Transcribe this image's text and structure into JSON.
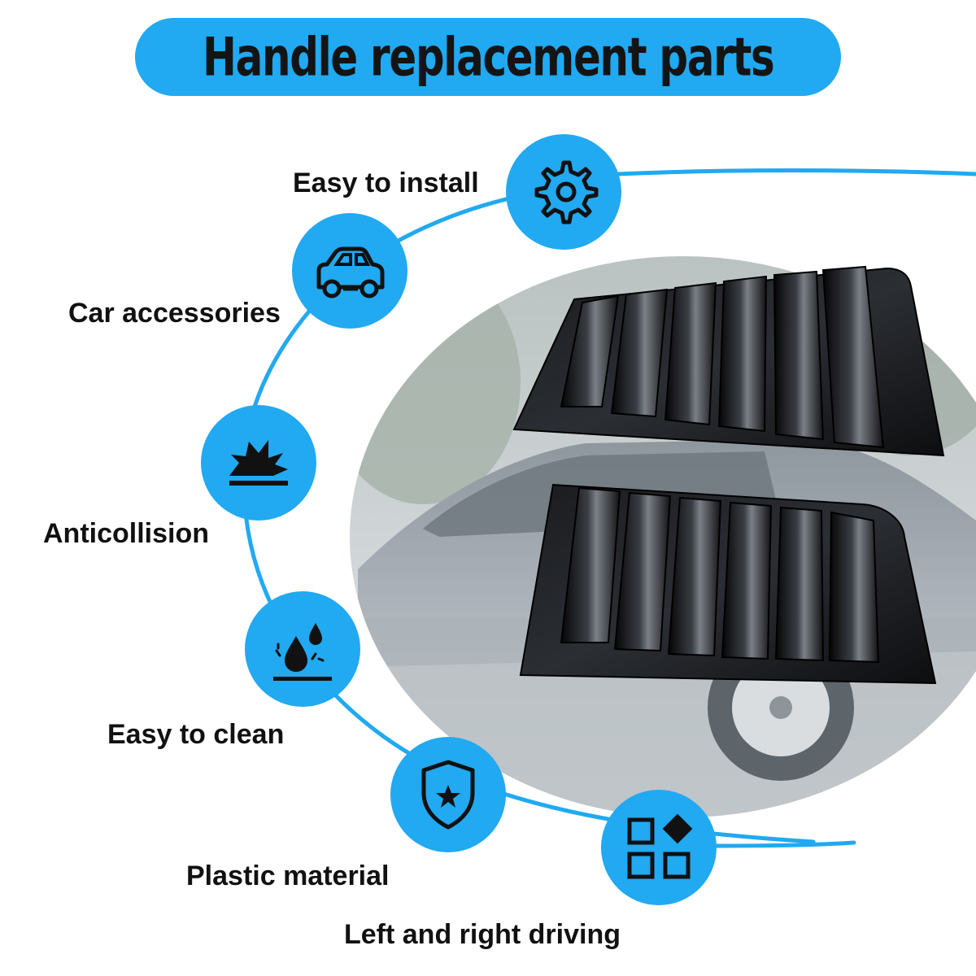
{
  "header": {
    "title": "Handle replacement parts"
  },
  "theme": {
    "accent": "#21a9f1",
    "icon_stroke": "#111111"
  },
  "features": [
    {
      "label": "Easy to install",
      "icon": "gear-icon"
    },
    {
      "label": "Car accessories",
      "icon": "car-icon"
    },
    {
      "label": "Anticollision",
      "icon": "impact-burst-icon"
    },
    {
      "label": "Easy to clean",
      "icon": "water-drops-icon"
    },
    {
      "label": "Plastic material",
      "icon": "shield-star-icon"
    },
    {
      "label": "Left and right driving",
      "icon": "shapes-grid-icon"
    }
  ],
  "product": {
    "name": "window louver pair"
  }
}
